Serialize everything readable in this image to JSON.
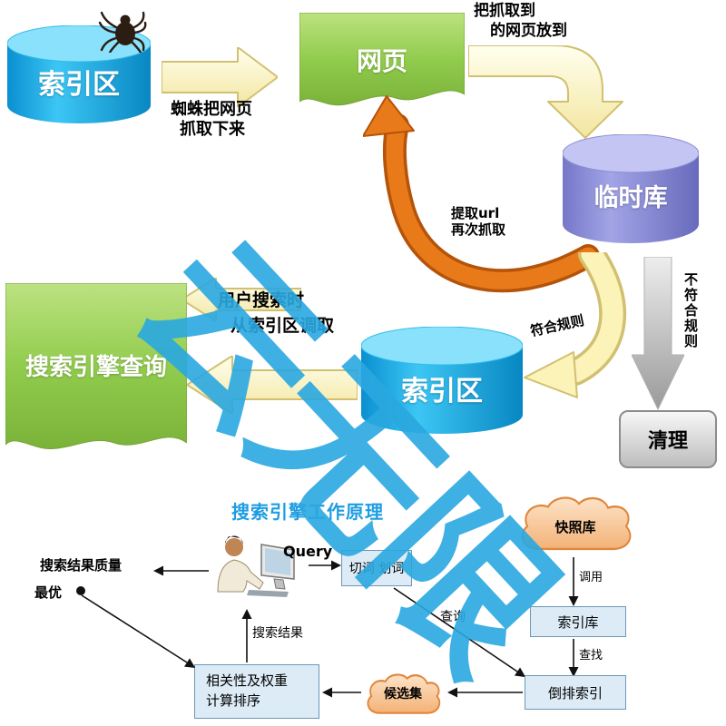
{
  "watermark": {
    "text": "云无限",
    "color": "#2aa8e0"
  },
  "flow_top": {
    "internet_db": "索引区",
    "crawl_label": {
      "line1": "蜘蛛把网页",
      "line2": "抓取下来"
    },
    "webpage_doc": "网页",
    "to_temp_label": {
      "line1": "把抓取到",
      "line2": "的网页放到"
    },
    "temp_db": "临时库",
    "extract_label": {
      "line1": "提取url",
      "line2": "再次抓取"
    },
    "match_label": "符合规则",
    "not_match_label": "不符合规则",
    "clean_box": "清理",
    "index_db": "索引区",
    "user_label": {
      "line1": "用户搜索时",
      "line2": "从索引区调取"
    },
    "query_doc": "搜索引擎查询"
  },
  "flow_bottom": {
    "title": "搜索引擎工作原理",
    "query_label": "Query",
    "segment_box": "切词 划词",
    "snapshot_cloud": "快照库",
    "call_label": "调用",
    "index_store_box": "索引库",
    "lookup_label": "查找",
    "inverted_index_box": "倒排索引",
    "query2_label": "查询",
    "candidate_cloud": "候选集",
    "ranking_box": {
      "line1": "相关性及权重",
      "line2": "计算排序"
    },
    "result_label": "搜索结果",
    "quality_label": {
      "line1": "搜索结果质量",
      "line2": "最优"
    }
  },
  "colors": {
    "watermark_blue": "#2aa8e0",
    "cylinder_blue": "#1db0ee",
    "cylinder_purple": "#8789d4",
    "doc_green": "#92cc4e",
    "arrow_pale_yellow": "#f9f0b4",
    "arrow_orange": "#e87a1a",
    "arrow_gray": "#b5b5b5",
    "box_light_blue": "#dcebf5",
    "cloud_peach": "#f5b97f"
  }
}
